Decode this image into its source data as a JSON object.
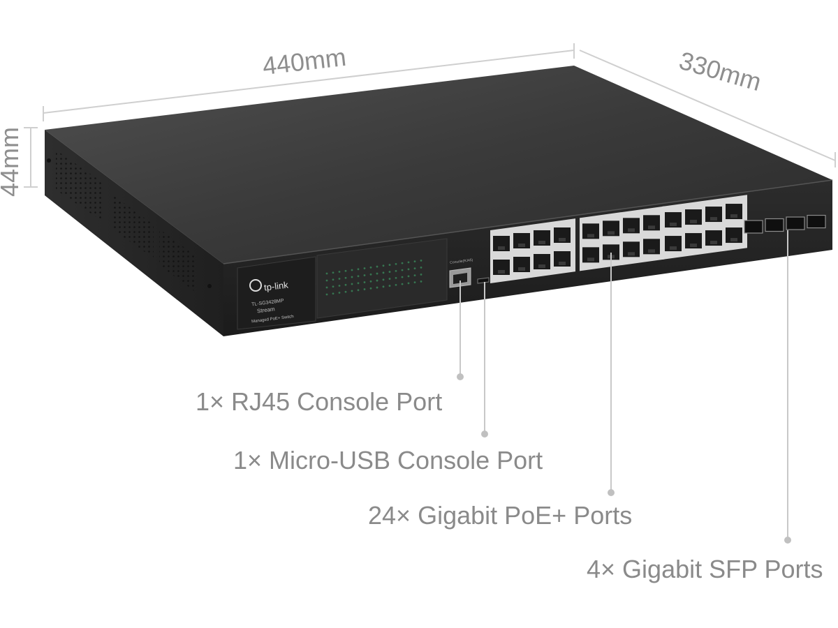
{
  "dimensions": {
    "width": "440mm",
    "depth": "330mm",
    "height": "44mm"
  },
  "device": {
    "brand": "tp-link",
    "model": "TL-SG3428MP",
    "series": "Stream",
    "description": "Managed PoE+ Switch",
    "console_port_label": "Console(RJ45)"
  },
  "callouts": {
    "rj45": "1× RJ45 Console Port",
    "usb": "1× Micro-USB Console Port",
    "poe": "24× Gigabit PoE+ Ports",
    "sfp": "4× Gigabit SFP Ports"
  },
  "colors": {
    "chassis_top": "#3a3a3a",
    "chassis_front": "#262626",
    "annotation_text": "#8a8a8a",
    "annotation_line": "#c8c8c8",
    "port_led": "#3fa96a"
  }
}
